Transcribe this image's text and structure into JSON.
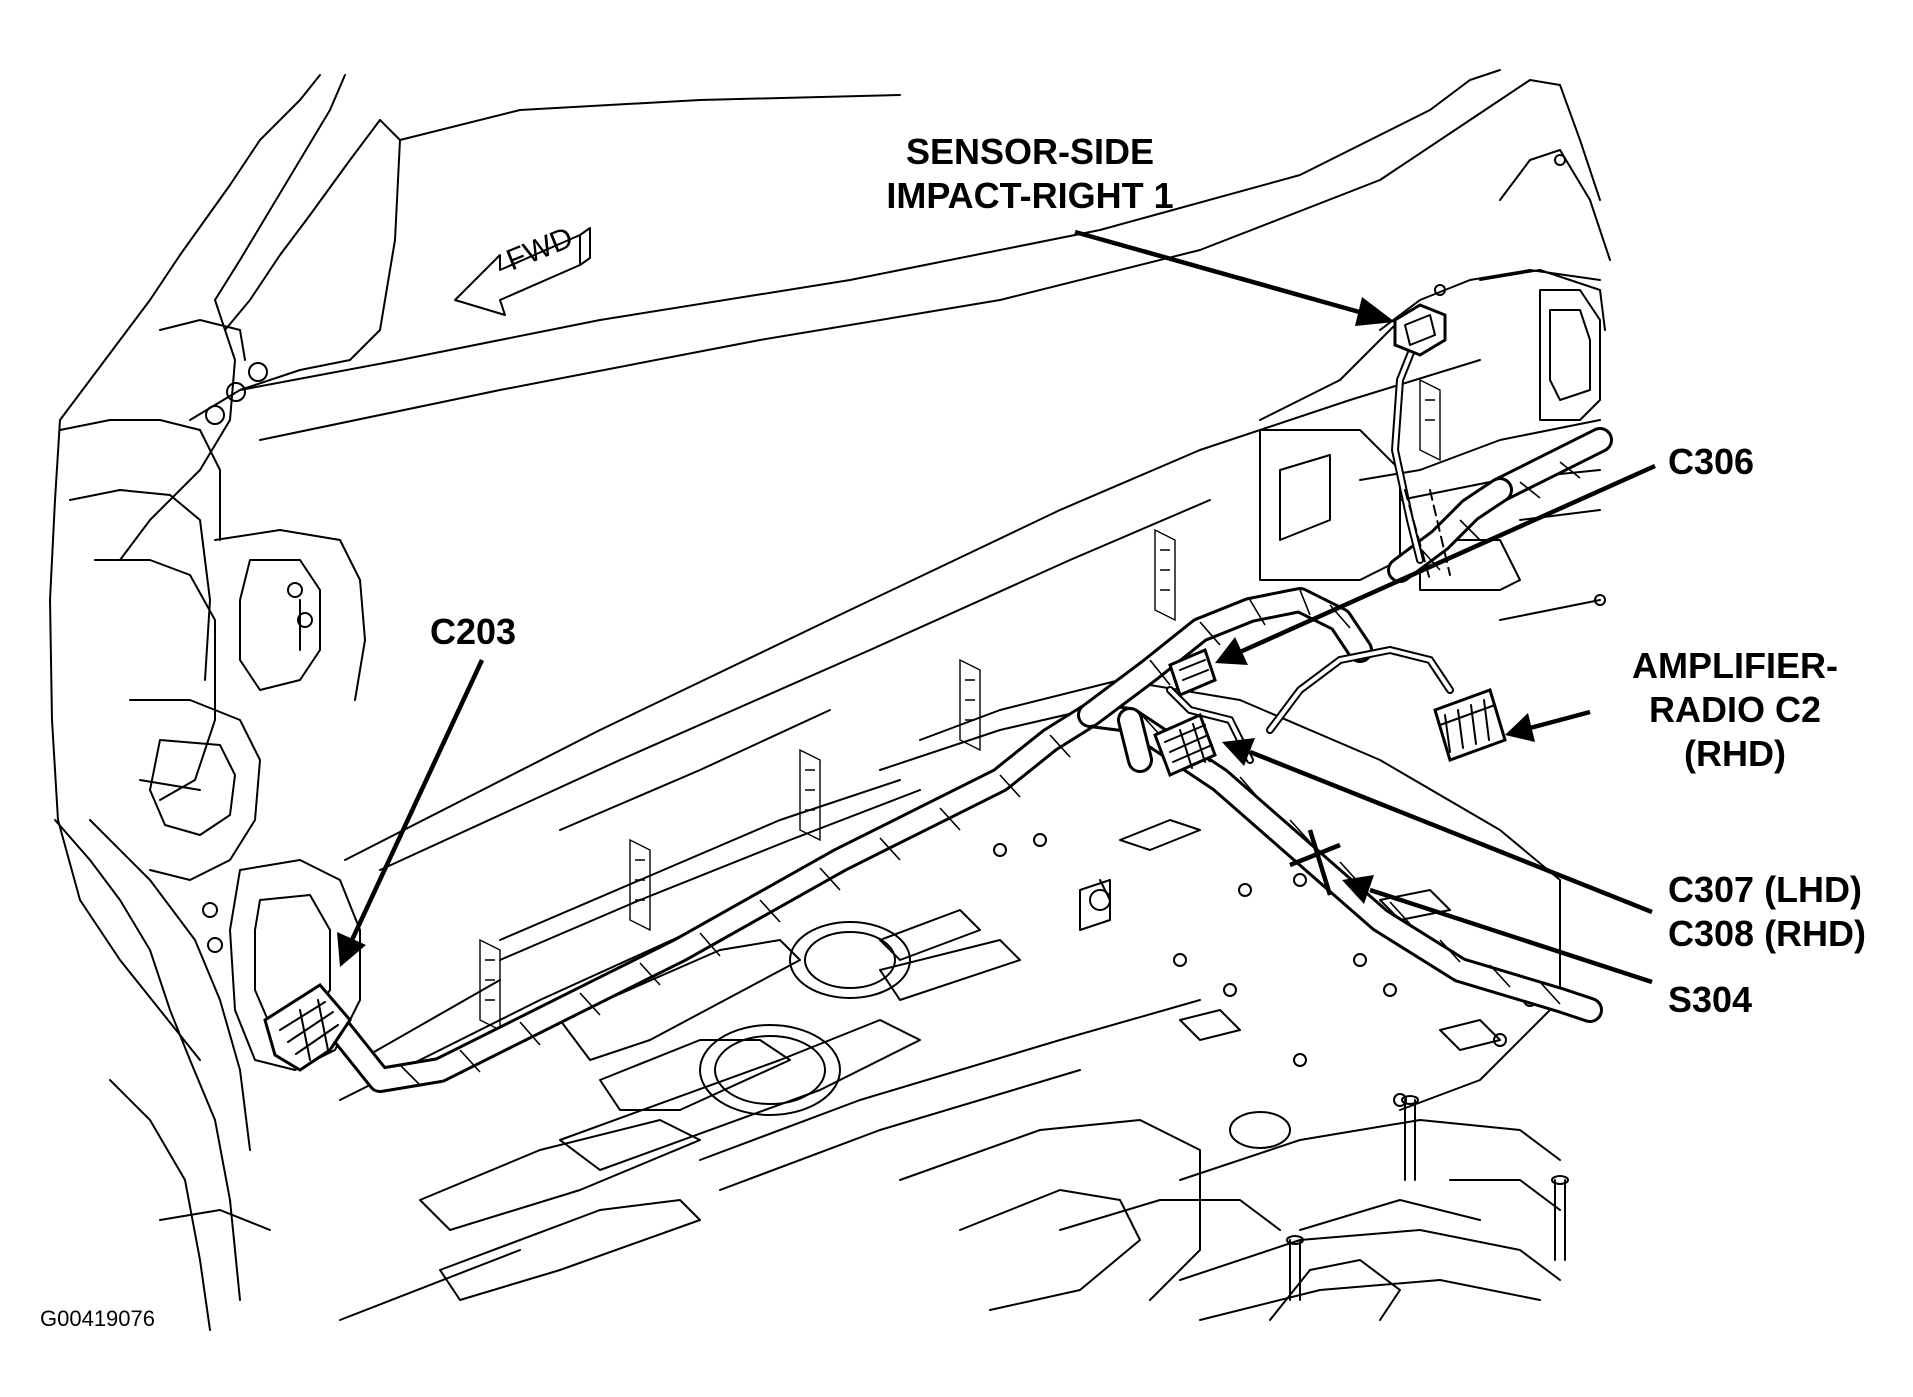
{
  "figure_id": "G00419076",
  "fwd_label": "FWD",
  "labels": {
    "sensor_line1": "SENSOR-SIDE",
    "sensor_line2": "IMPACT-RIGHT 1",
    "c306": "C306",
    "c203": "C203",
    "amp_line1": "AMPLIFIER-",
    "amp_line2": "RADIO C2",
    "amp_line3": "(RHD)",
    "c307": "C307 (LHD)",
    "c308": "C308 (RHD)",
    "s304": "S304"
  },
  "colors": {
    "ink": "#000000",
    "background": "#ffffff"
  }
}
